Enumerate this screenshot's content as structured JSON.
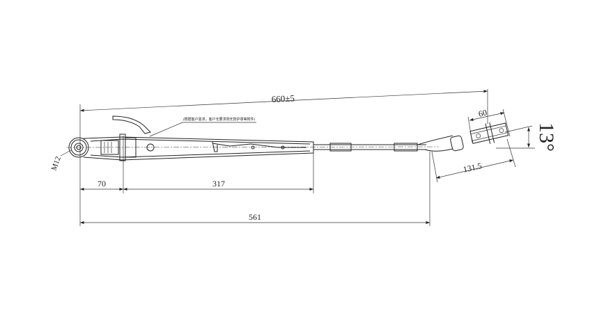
{
  "drawing": {
    "overall_length": "660±5",
    "pivot_thread": "M12",
    "dim_pivot_to_joint": "70",
    "dim_joint_to_rod": "317",
    "dim_pivot_to_bend": "561",
    "dim_head_length": "131.5",
    "dim_block_width": "60",
    "head_angle": "13°",
    "note": "(根据客户需求，客户无要求则无防护罩等附件)",
    "line_color": "#222222"
  }
}
